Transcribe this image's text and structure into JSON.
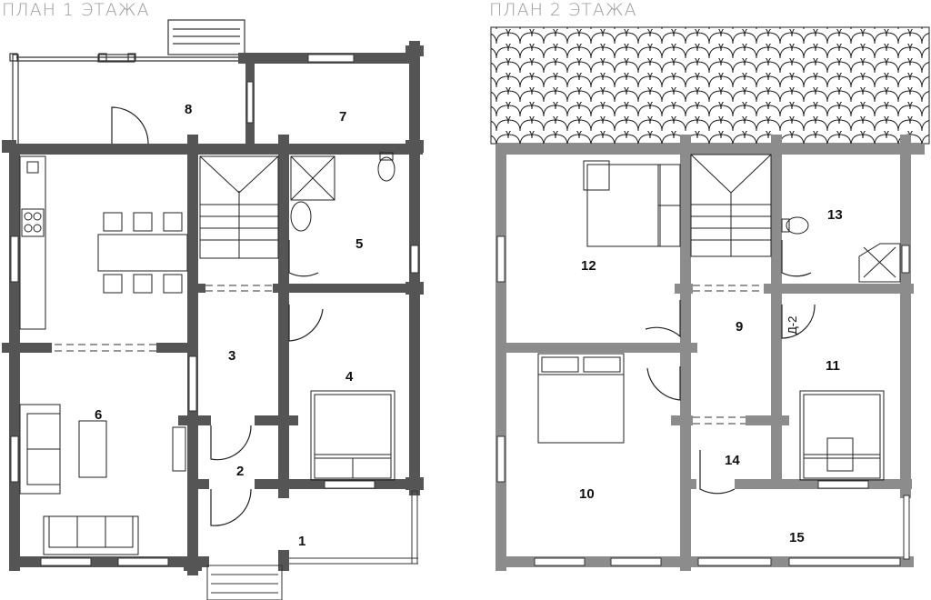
{
  "plans": [
    {
      "title": "ПЛАН 1 ЭТАЖА",
      "rooms": [
        "1",
        "2",
        "3",
        "4",
        "5",
        "6",
        "7",
        "8"
      ]
    },
    {
      "title": "ПЛАН 2 ЭТАЖА",
      "rooms": [
        "9",
        "10",
        "11",
        "12",
        "13",
        "14",
        "15"
      ],
      "door_label": "Д-2"
    }
  ],
  "colors": {
    "wall_floor1": "#555555",
    "wall_floor2": "#8c8c8c",
    "line": "#222222",
    "background": "#ffffff"
  }
}
